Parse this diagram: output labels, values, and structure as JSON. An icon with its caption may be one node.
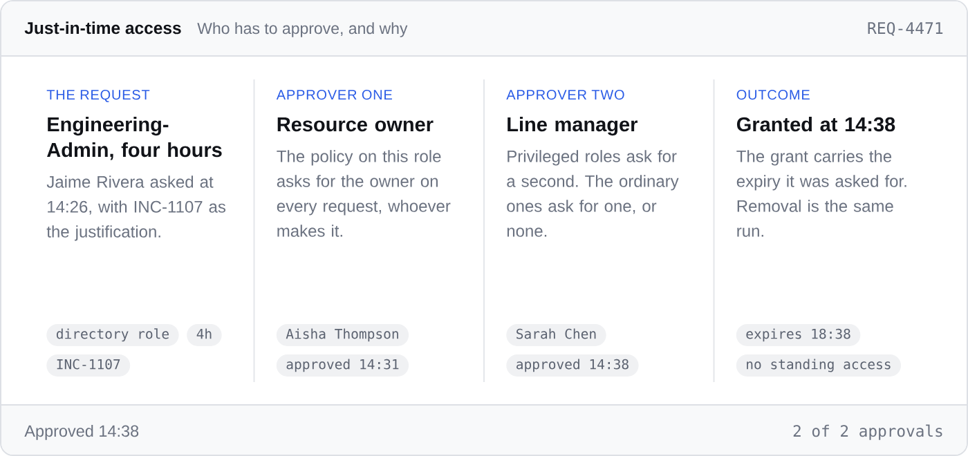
{
  "diagram": {
    "nodes": [
      {
        "text": [
          "Just-in-time access",
          "Who has to approve, and why",
          "REQ-4471"
        ]
      },
      {
        "text": [
          "THE REQUEST",
          "Engineering-Admin, four hours",
          "Jaime Rivera asked at 14:26, with INC-1107 as the justification."
        ]
      },
      {
        "text": [
          "directory role"
        ],
        "in": 1
      },
      {
        "text": [
          "4h"
        ],
        "in": 1
      },
      {
        "text": [
          "INC-1107"
        ],
        "in": 1
      },
      {
        "text": [
          "APPROVER ONE",
          "Resource owner",
          "The policy on this role asks for the owner on every request, whoever makes it."
        ]
      },
      {
        "text": [
          "Aisha Thompson"
        ],
        "in": 5
      },
      {
        "text": [
          "approved 14:31"
        ],
        "in": 5
      },
      {
        "text": [
          "APPROVER TWO",
          "Line manager",
          "Privileged roles ask for a second. The ordinary ones ask for one, or none."
        ]
      },
      {
        "text": [
          "Sarah Chen"
        ],
        "in": 8
      },
      {
        "text": [
          "approved 14:38"
        ],
        "in": 8
      },
      {
        "text": [
          "OUTCOME",
          "Granted at 14:38",
          "The grant carries the expiry it was asked for. Removal is the same run."
        ]
      },
      {
        "text": [
          "expires 18:38"
        ],
        "in": 11
      },
      {
        "text": [
          "no standing access"
        ],
        "in": 11
      },
      {
        "text": [
          "Approved 14:38",
          "2 of 2 approvals"
        ]
      }
    ]
  }
}
